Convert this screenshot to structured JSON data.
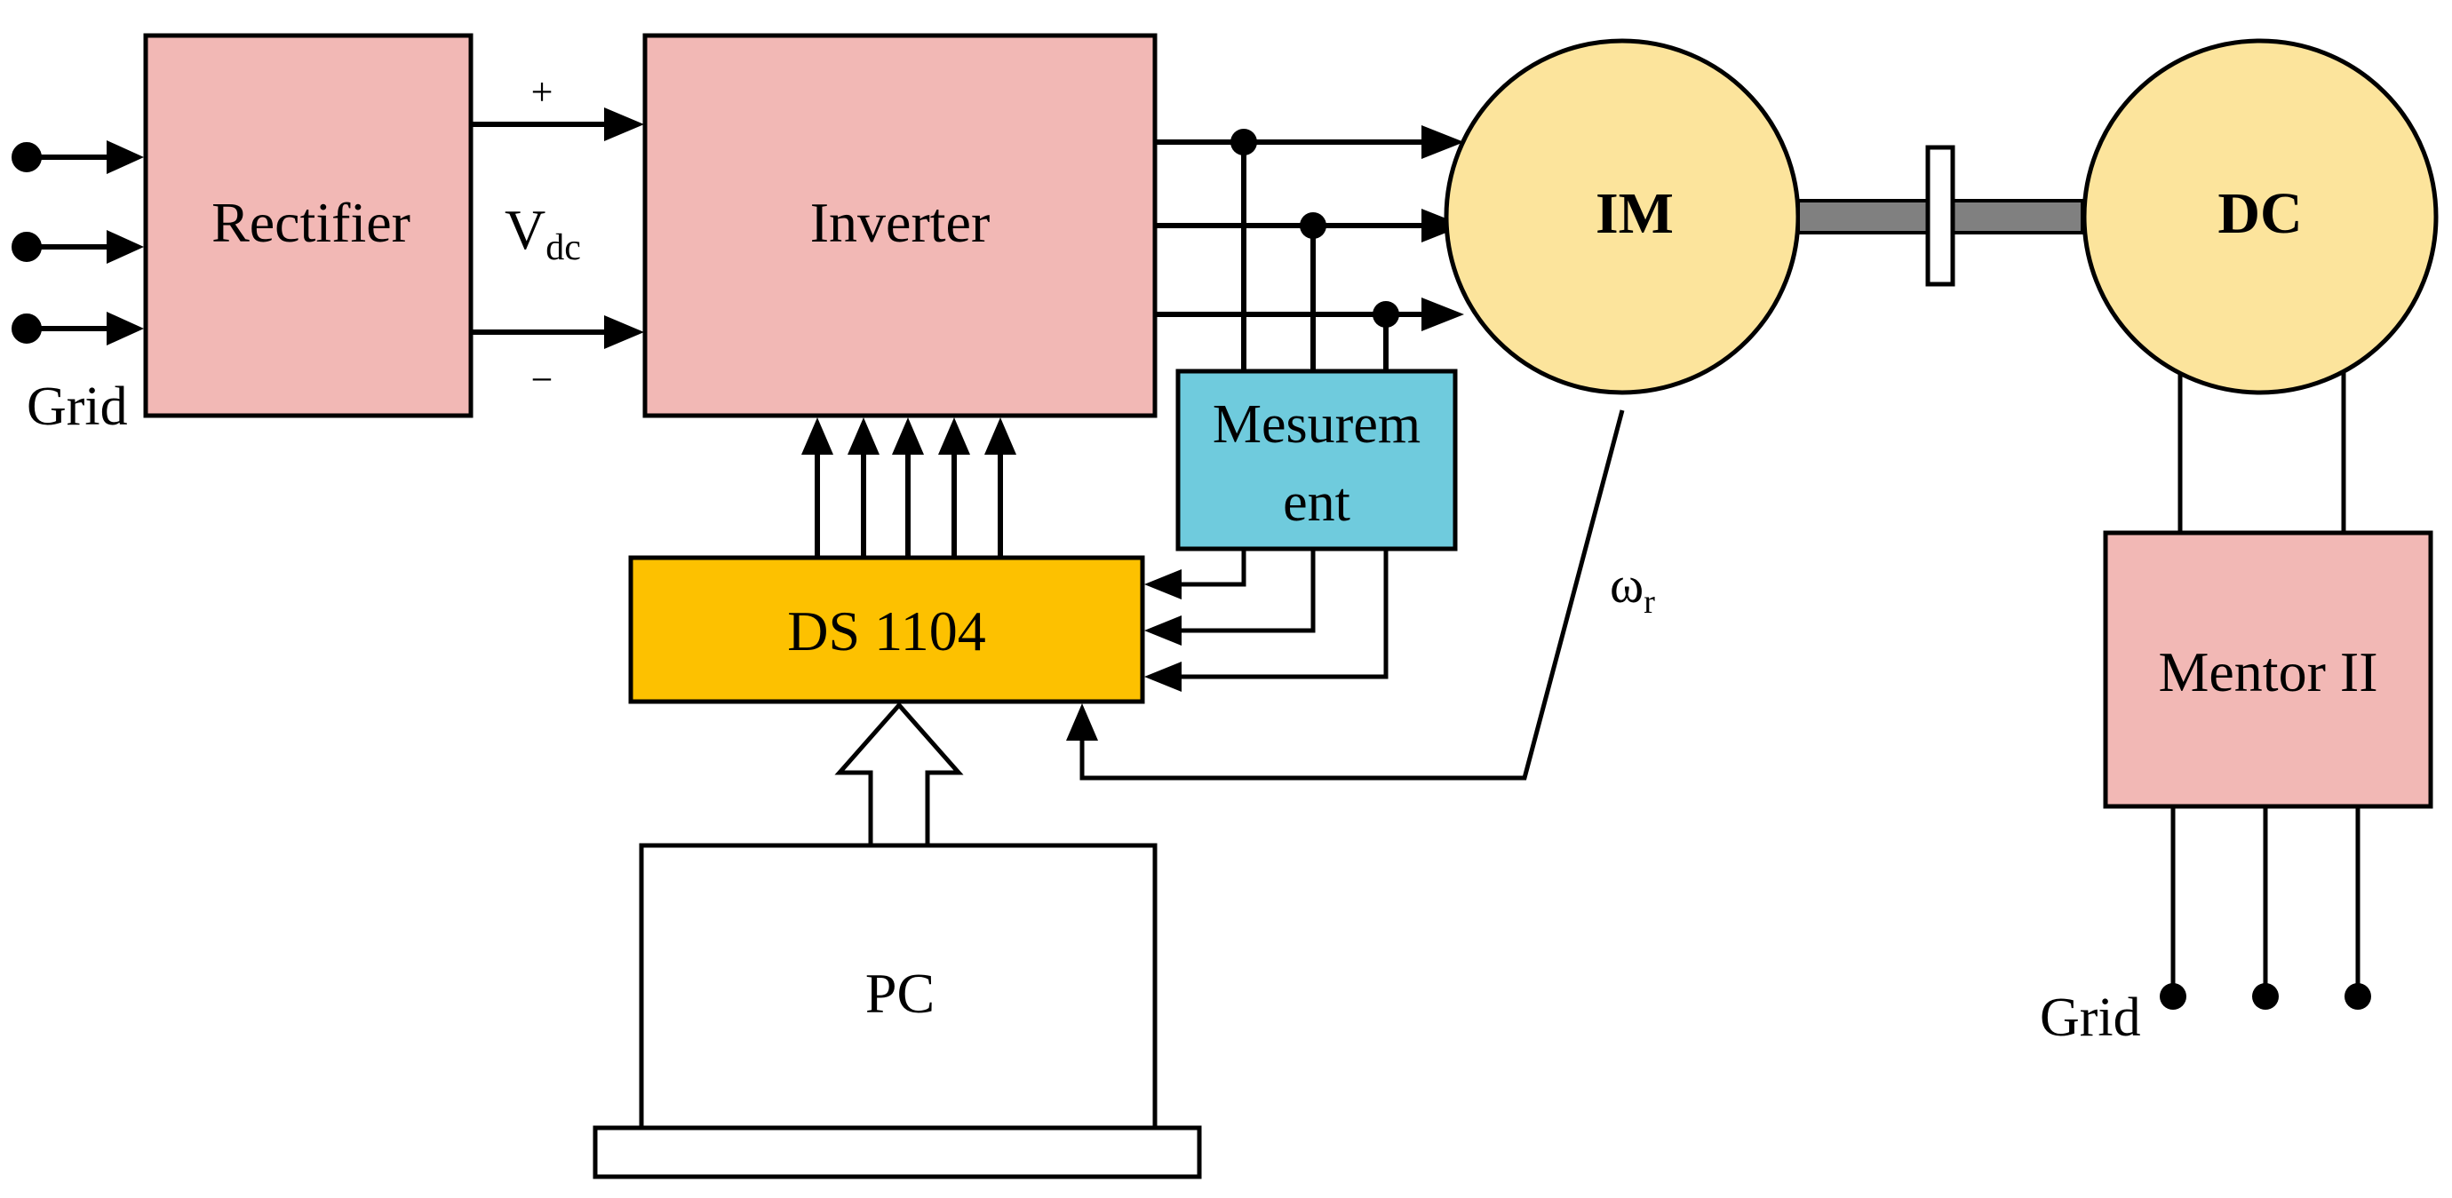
{
  "labels": {
    "rectifier": "Rectifier",
    "inverter": "Inverter",
    "measurement_line1": "Mesurem",
    "measurement_line2": "ent",
    "ds1104": "DS 1104",
    "pc": "PC",
    "im": "IM",
    "dc": "DC",
    "mentor": "Mentor II",
    "grid_left": "Grid",
    "grid_right": "Grid",
    "vdc_main": "V",
    "vdc_sub": "dc",
    "plus": "+",
    "minus": "−",
    "omega_main": "ω",
    "omega_sub": "r"
  },
  "colors": {
    "rectifier_fill": "#F2B8B5",
    "inverter_fill": "#F2B8B5",
    "mentor_fill": "#F2B8B5",
    "measurement_fill": "#6FCBDD",
    "ds1104_fill": "#FDC100",
    "motor_fill": "#FCE49C",
    "pc_fill": "#FFFFFF",
    "shaft_fill": "#808080",
    "line": "#000000"
  }
}
